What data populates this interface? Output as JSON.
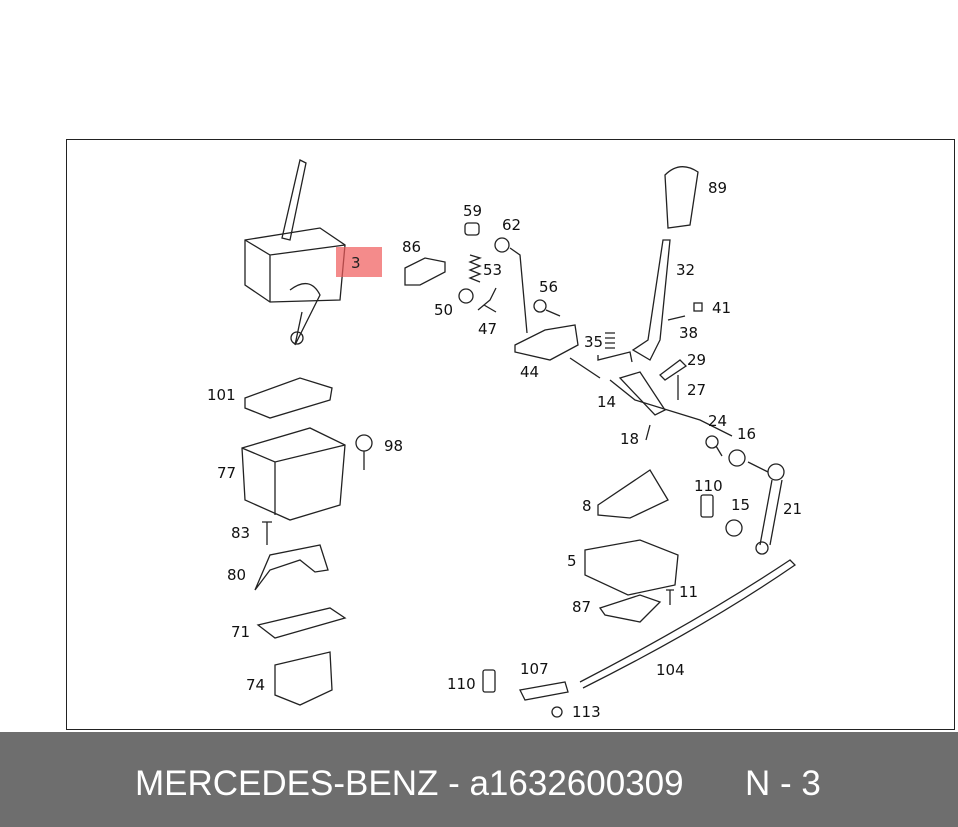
{
  "diagram": {
    "highlight_label": "3",
    "part_labels": [
      "89",
      "32",
      "41",
      "38",
      "29",
      "27",
      "35",
      "14",
      "24",
      "16",
      "18",
      "59",
      "62",
      "86",
      "53",
      "56",
      "50",
      "47",
      "44",
      "101",
      "98",
      "77",
      "8",
      "110",
      "15",
      "21",
      "83",
      "5",
      "80",
      "87",
      "11",
      "71",
      "104",
      "107",
      "74",
      "110",
      "113"
    ],
    "highlight_color": "#f06a6a"
  },
  "footer": {
    "title": "MERCEDES-BENZ - a1632600309",
    "page": "N - 3"
  }
}
